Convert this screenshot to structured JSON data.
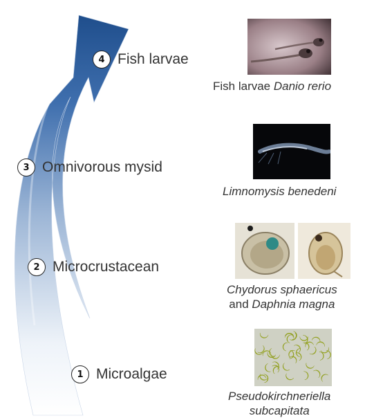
{
  "levels": [
    {
      "number": "1",
      "label": "Microalgae"
    },
    {
      "number": "2",
      "label": "Microcrustacean"
    },
    {
      "number": "3",
      "label": "Omnivorous mysid"
    },
    {
      "number": "4",
      "label": "Fish larvae"
    }
  ],
  "captions": {
    "fish": {
      "prefix": "Fish larvae ",
      "species": "Danio rerio"
    },
    "mysid": {
      "species": "Limnomysis benedeni"
    },
    "crustacean": {
      "species1": "Chydorus sphaericus",
      "connector": "and ",
      "species2": "Daphnia magna"
    },
    "algae": {
      "line1": "Pseudokirchneriella",
      "line2": "subcapitata"
    }
  },
  "colors": {
    "arrow_dark": "#1f4e8c",
    "arrow_light": "#dce6f2",
    "algae_green": "#b8c825"
  },
  "photos": [
    {
      "name": "fish-larvae-photo"
    },
    {
      "name": "mysid-photo"
    },
    {
      "name": "chydorus-photo"
    },
    {
      "name": "daphnia-photo"
    },
    {
      "name": "algae-photo"
    }
  ]
}
